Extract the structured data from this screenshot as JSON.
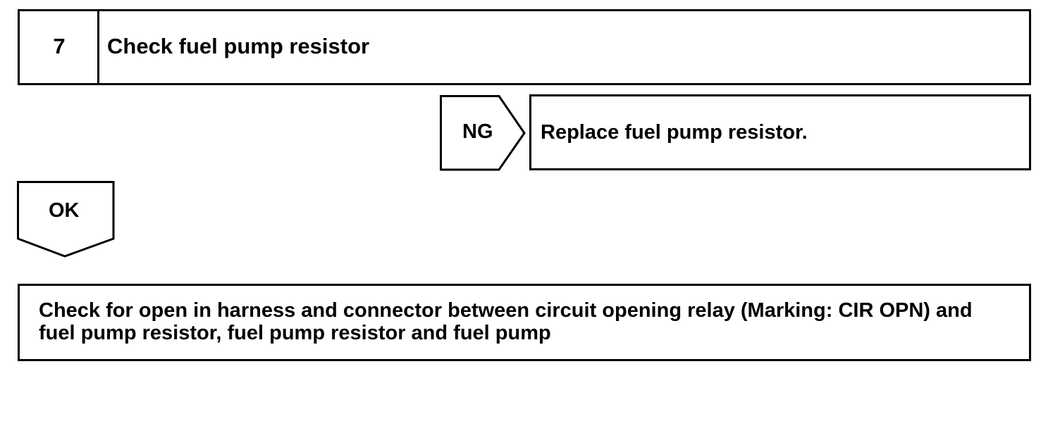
{
  "step": {
    "number": "7",
    "title": "Check fuel pump resistor"
  },
  "ng_branch": {
    "label": "NG",
    "action": "Replace fuel pump resistor."
  },
  "ok_branch": {
    "label": "OK"
  },
  "next_step": {
    "line1": "Check for open in harness and connector between circuit opening relay (Marking: CIR OPN) and",
    "line2": "fuel pump resistor, fuel pump resistor and fuel pump"
  }
}
